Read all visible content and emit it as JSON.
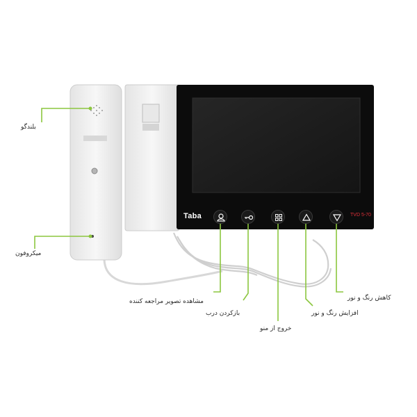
{
  "device": {
    "brand": "Taba",
    "model": "TVD 5-70"
  },
  "callouts": {
    "speaker": "بلندگو",
    "microphone": "میکروفون",
    "view_image": "مشاهده تصویر مراجعه کننده",
    "open_door": "بازکردن درب",
    "menu_exit": "خروج از منو",
    "increase": "افزایش رنگ و نور",
    "decrease": "کاهش رنگ و نور"
  },
  "colors": {
    "callout_line": "#8cc63f",
    "screen_frame": "#0c0c0c",
    "screen_glass": "#1c1c1c",
    "body": "#f2f2f2",
    "model_text": "#e0303a"
  },
  "icons": [
    "user-icon",
    "key-icon",
    "menu-grid-icon",
    "triangle-up-icon",
    "triangle-down-icon"
  ]
}
